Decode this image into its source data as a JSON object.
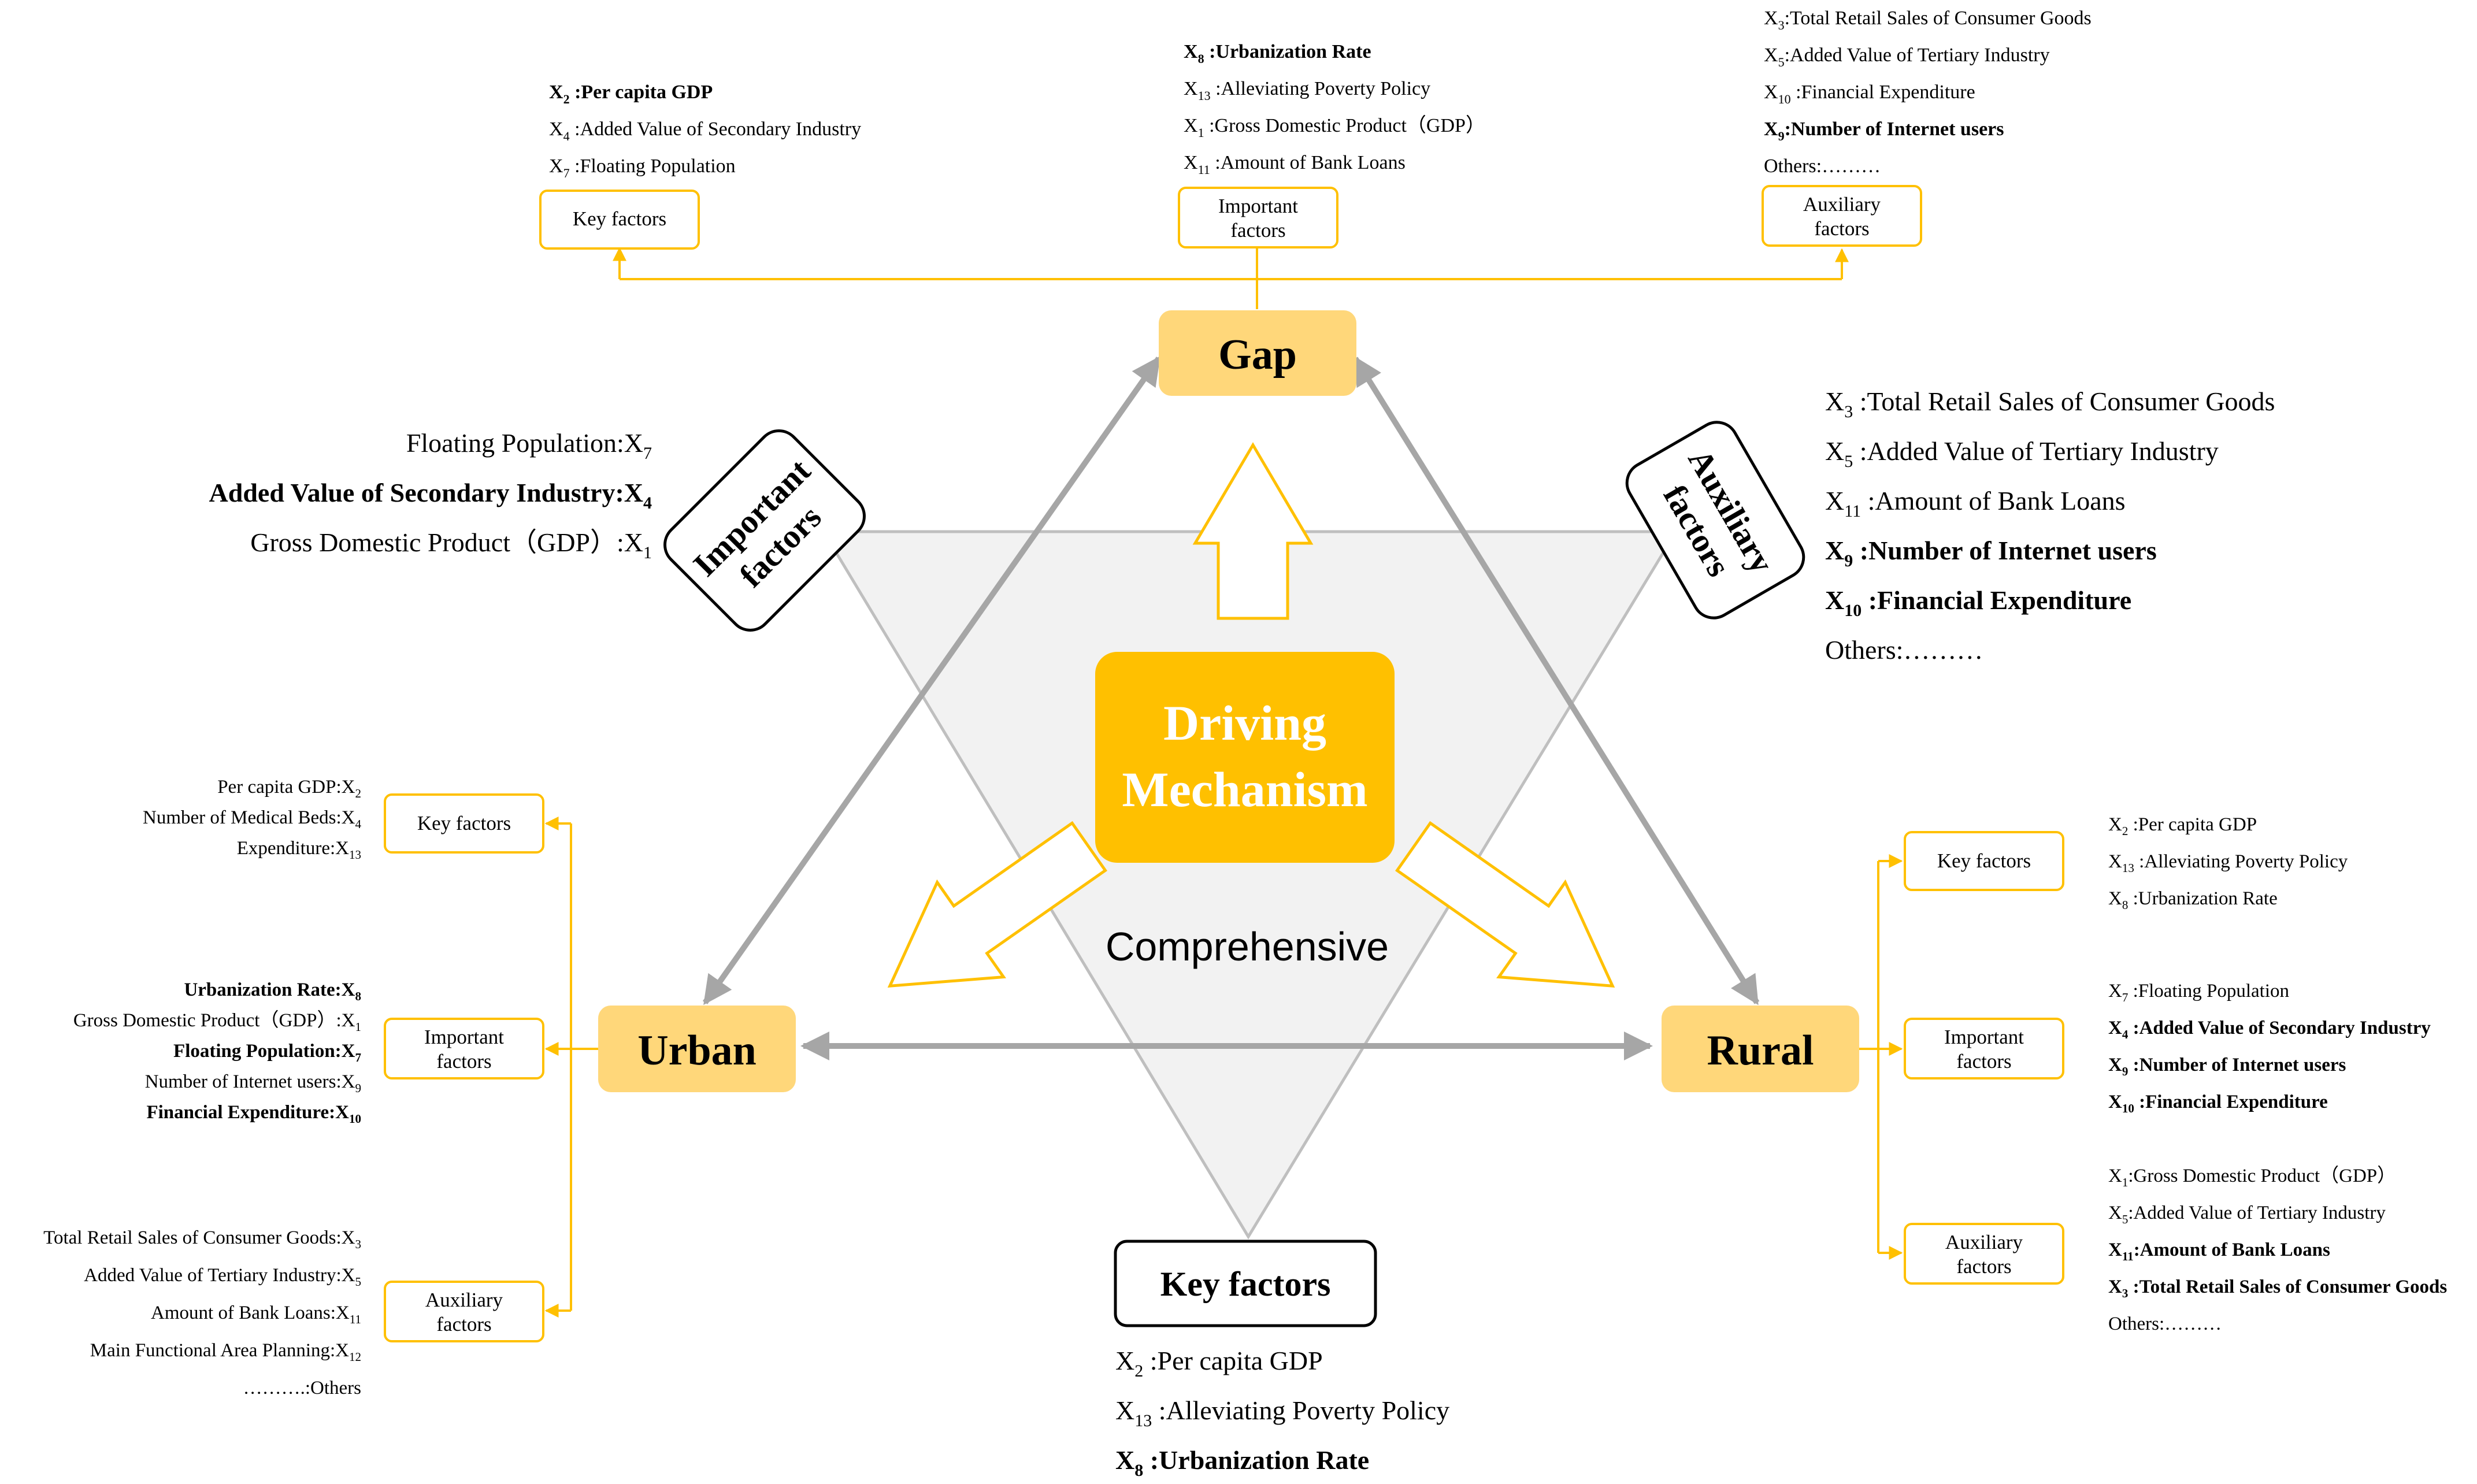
{
  "palette": {
    "accent": "#FFC000",
    "node_fill": "#FFD77A",
    "line": "#FFC000",
    "arrow_gray": "#A6A6A6",
    "triangle_fill": "#F2F2F2",
    "triangle_stroke": "#BFBFBF",
    "text": "#000000"
  },
  "center": {
    "line1": "Driving",
    "line2": "Mechanism",
    "subtitle": "Comprehensive"
  },
  "nodes": {
    "gap": "Gap",
    "urban": "Urban",
    "rural": "Rural"
  },
  "tilted_labels": {
    "important": {
      "line1": "Important",
      "line2": "factors"
    },
    "auxiliary": {
      "line1": "Auxiliary",
      "line2": "factors"
    }
  },
  "bottom_box": "Key factors",
  "box_labels": {
    "key": "Key factors",
    "important": {
      "line1": "Important",
      "line2": "factors"
    },
    "auxiliary": {
      "line1": "Auxiliary",
      "line2": "factors"
    }
  },
  "groups": {
    "gap_key": [
      {
        "pre": "X",
        "sub": "2",
        "post": " :Per capita GDP",
        "bold": true
      },
      {
        "pre": "X",
        "sub": "4",
        "post": " :Added Value of Secondary Industry",
        "bold": false
      },
      {
        "pre": "X",
        "sub": "7",
        "post": " :Floating Population",
        "bold": false
      }
    ],
    "gap_important": [
      {
        "pre": "X",
        "sub": "8",
        "post": " :Urbanization Rate",
        "bold": true
      },
      {
        "pre": "X",
        "sub": "13",
        "post": " :Alleviating Poverty Policy",
        "bold": false
      },
      {
        "pre": "X",
        "sub": "1",
        "post": " :Gross Domestic Product（GDP）",
        "bold": false
      },
      {
        "pre": "X",
        "sub": "11",
        "post": " :Amount of Bank Loans",
        "bold": false
      }
    ],
    "gap_auxiliary": [
      {
        "pre": "X",
        "sub": "3",
        "post": ":Total Retail Sales of Consumer Goods",
        "bold": false
      },
      {
        "pre": "X",
        "sub": "5",
        "post": ":Added Value of Tertiary Industry",
        "bold": false
      },
      {
        "pre": "X",
        "sub": "10",
        "post": " :Financial Expenditure",
        "bold": false
      },
      {
        "pre": "X",
        "sub": "9",
        "post": ":Number of Internet users",
        "bold": true
      },
      {
        "pre": "Others:………",
        "sub": "",
        "post": "",
        "bold": false
      }
    ],
    "left_important": [
      {
        "pre": "Floating Population:X",
        "sub": "7",
        "post": "",
        "bold": false
      },
      {
        "pre": "Added Value of Secondary Industry:X",
        "sub": "4",
        "post": "",
        "bold": true
      },
      {
        "pre": "Gross Domestic Product（GDP）:X",
        "sub": "1",
        "post": "",
        "bold": false
      }
    ],
    "right_auxiliary": [
      {
        "pre": "X",
        "sub": "3",
        "post": " :Total Retail Sales of Consumer Goods",
        "bold": false
      },
      {
        "pre": "X",
        "sub": "5",
        "post": " :Added Value of Tertiary Industry",
        "bold": false
      },
      {
        "pre": "X",
        "sub": "11",
        "post": " :Amount of Bank Loans",
        "bold": false
      },
      {
        "pre": "X",
        "sub": "9",
        "post": " :Number of Internet users",
        "bold": true
      },
      {
        "pre": "X",
        "sub": "10",
        "post": " :Financial Expenditure",
        "bold": true
      },
      {
        "pre": "Others:………",
        "sub": "",
        "post": "",
        "bold": false
      }
    ],
    "bottom_key": [
      {
        "pre": "X",
        "sub": "2",
        "post": " :Per capita GDP",
        "bold": false
      },
      {
        "pre": "X",
        "sub": "13",
        "post": " :Alleviating Poverty Policy",
        "bold": false
      },
      {
        "pre": "X",
        "sub": "8",
        "post": " :Urbanization Rate",
        "bold": true
      }
    ],
    "urban_key": [
      {
        "pre": "Per capita GDP:X",
        "sub": "2",
        "post": "",
        "bold": false
      },
      {
        "pre": "Number of Medical Beds:X",
        "sub": "4",
        "post": "",
        "bold": false
      },
      {
        "pre": "Expenditure:X",
        "sub": "13",
        "post": "",
        "bold": false
      }
    ],
    "urban_important": [
      {
        "pre": "Urbanization Rate:X",
        "sub": "8",
        "post": "",
        "bold": true
      },
      {
        "pre": "Gross Domestic Product（GDP）:X",
        "sub": "1",
        "post": "",
        "bold": false
      },
      {
        "pre": "Floating Population:X",
        "sub": "7",
        "post": "",
        "bold": true
      },
      {
        "pre": "Number of Internet users:X",
        "sub": "9",
        "post": "",
        "bold": false
      },
      {
        "pre": "Financial Expenditure:X",
        "sub": "10",
        "post": "",
        "bold": true
      }
    ],
    "urban_auxiliary": [
      {
        "pre": "Total Retail Sales of Consumer Goods:X",
        "sub": "3",
        "post": "",
        "bold": false
      },
      {
        "pre": "Added Value of Tertiary Industry:X",
        "sub": "5",
        "post": "",
        "bold": false
      },
      {
        "pre": "Amount of Bank Loans:X",
        "sub": "11",
        "post": "",
        "bold": false
      },
      {
        "pre": "Main Functional Area Planning:X",
        "sub": "12",
        "post": "",
        "bold": false
      },
      {
        "pre": "……….:Others",
        "sub": "",
        "post": "",
        "bold": false
      }
    ],
    "rural_key": [
      {
        "pre": "X",
        "sub": "2",
        "post": " :Per capita GDP",
        "bold": false
      },
      {
        "pre": "X",
        "sub": "13",
        "post": " :Alleviating Poverty Policy",
        "bold": false
      },
      {
        "pre": "X",
        "sub": "8",
        "post": " :Urbanization Rate",
        "bold": false
      }
    ],
    "rural_important": [
      {
        "pre": "X",
        "sub": "7",
        "post": " :Floating Population",
        "bold": false
      },
      {
        "pre": "X",
        "sub": "4",
        "post": " :Added Value of Secondary Industry",
        "bold": true
      },
      {
        "pre": "X",
        "sub": "9",
        "post": " :Number of Internet users",
        "bold": true
      },
      {
        "pre": "X",
        "sub": "10",
        "post": " :Financial Expenditure",
        "bold": true
      }
    ],
    "rural_auxiliary": [
      {
        "pre": "X",
        "sub": "1",
        "post": ":Gross Domestic Product（GDP）",
        "bold": false
      },
      {
        "pre": "X",
        "sub": "5",
        "post": ":Added Value of Tertiary Industry",
        "bold": false
      },
      {
        "pre": "X",
        "sub": "11",
        "post": ":Amount of Bank Loans",
        "bold": true
      },
      {
        "pre": "X",
        "sub": "3",
        "post": " :Total Retail Sales of Consumer Goods",
        "bold": true
      },
      {
        "pre": "Others:………",
        "sub": "",
        "post": "",
        "bold": false
      }
    ]
  }
}
